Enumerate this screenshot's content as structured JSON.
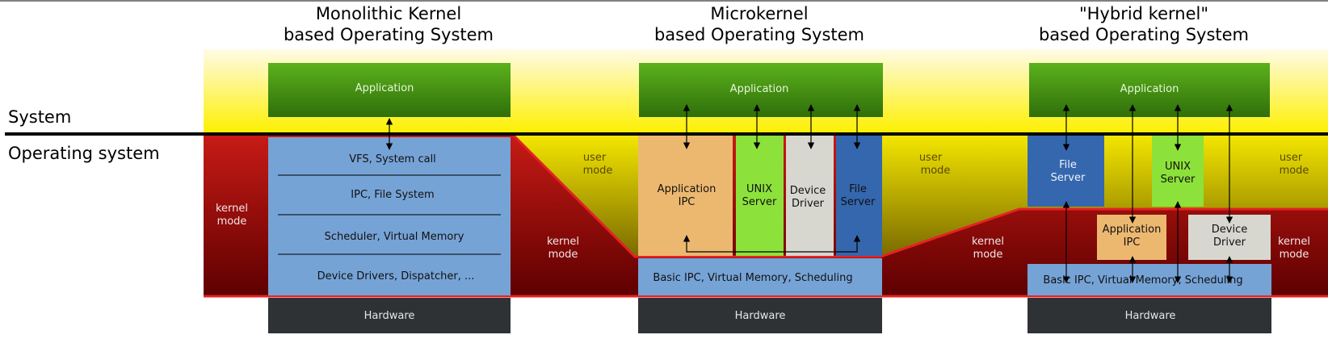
{
  "titles": {
    "monolithic": [
      "Monolithic Kernel",
      "based Operating System"
    ],
    "micro": [
      "Microkernel",
      "based Operating System"
    ],
    "hybrid": [
      "\"Hybrid kernel\"",
      "based Operating System"
    ]
  },
  "side_labels": {
    "system": "System",
    "operating_system": "Operating system"
  },
  "modes": {
    "user": [
      "user",
      "mode"
    ],
    "kernel": [
      "kernel",
      "mode"
    ]
  },
  "monolithic": {
    "application": "Application",
    "layers": [
      "VFS, System call",
      "IPC, File System",
      "Scheduler, Virtual Memory",
      "Device Drivers, Dispatcher, ..."
    ],
    "hardware": "Hardware"
  },
  "micro": {
    "application": "Application",
    "servers": {
      "app_ipc": [
        "Application",
        "IPC"
      ],
      "unix": [
        "UNIX",
        "Server"
      ],
      "device": [
        "Device",
        "Driver"
      ],
      "file": [
        "File",
        "Server"
      ]
    },
    "kernel": "Basic IPC, Virtual Memory, Scheduling",
    "hardware": "Hardware"
  },
  "hybrid": {
    "application": "Application",
    "file_server": [
      "File",
      "Server"
    ],
    "unix_server": [
      "UNIX",
      "Server"
    ],
    "app_ipc": [
      "Application",
      "IPC"
    ],
    "device_driver": [
      "Device",
      "Driver"
    ],
    "kernel": "Basic IPC, Virtual Memory, Scheduling",
    "hardware": "Hardware"
  },
  "colors": {
    "yellow_top": "#fffbe6",
    "yellow": "#fdf000",
    "kernel_dark": "#5e0000",
    "kernel_red": "#c81b16",
    "border_red": "#e52224",
    "app_green": "#3c8d10",
    "blue": "#76a3d6",
    "dark_blue": "#3467ae",
    "orange": "#ecb870",
    "lime": "#8ce23a",
    "grey": "#d7d7d0",
    "hardware": "#2e3235"
  }
}
